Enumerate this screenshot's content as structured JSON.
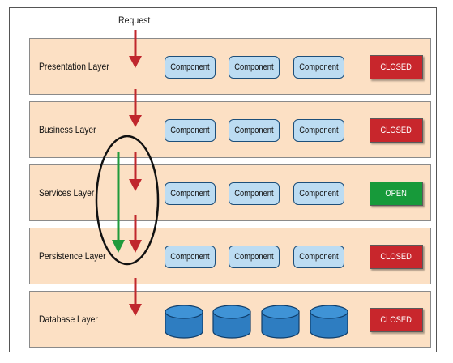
{
  "request_label": "Request",
  "colors": {
    "layer_fill": "#fce0c4",
    "component_fill": "#bcdcf2",
    "closed_status": "#c8262c",
    "open_status": "#179a3a",
    "request_arrow": "#c0272d",
    "bypass_arrow": "#1f9a3c",
    "database_fill": "#2e7dc1"
  },
  "layers": [
    {
      "name": "Presentation Layer",
      "components": [
        "Component",
        "Component",
        "Component"
      ],
      "status": "CLOSED",
      "status_color": "#c8262c"
    },
    {
      "name": "Business Layer",
      "components": [
        "Component",
        "Component",
        "Component"
      ],
      "status": "CLOSED",
      "status_color": "#c8262c"
    },
    {
      "name": "Services Layer",
      "components": [
        "Component",
        "Component",
        "Component"
      ],
      "status": "OPEN",
      "status_color": "#179a3a"
    },
    {
      "name": "Persistence Layer",
      "components": [
        "Component",
        "Component",
        "Component"
      ],
      "status": "CLOSED",
      "status_color": "#c8262c"
    },
    {
      "name": "Database Layer",
      "databases": 4,
      "status": "CLOSED",
      "status_color": "#c8262c"
    }
  ]
}
